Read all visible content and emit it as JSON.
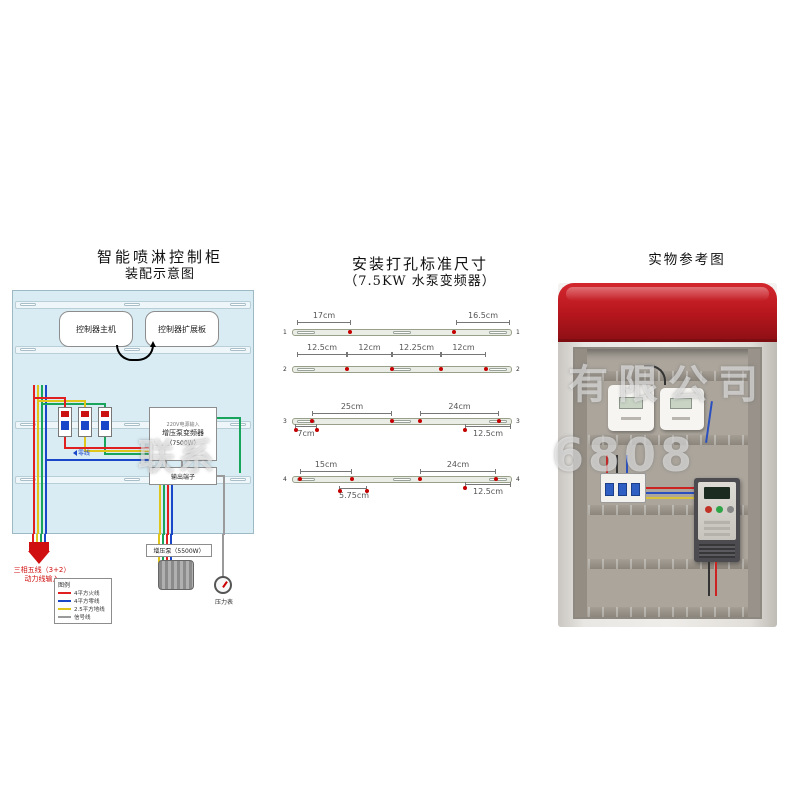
{
  "colors": {
    "panel_blue": "#d9ecf4",
    "cabinet_red": "#b5161d",
    "drill_dot": "#c40000",
    "wire_live": "#e02020",
    "wire_neutral": "#1a46c8",
    "wire_ground": "#e0c51a",
    "wire_signal": "#9a9a9a"
  },
  "left": {
    "title1": "智能喷淋控制柜",
    "title2": "装配示意图",
    "box_main": "控制器主机",
    "box_ext": "控制器扩展板",
    "inv1": "220V电源输入",
    "inv2": "增压泵变频器",
    "inv3": "（7500W）",
    "terminal": "输出端子",
    "neutral": "零线",
    "input1": "三相五线（3+2）",
    "input2": "动力线输入",
    "legend_title": "图例",
    "legend": [
      {
        "label": "4平方火线",
        "color": "#e02020"
      },
      {
        "label": "4平方零线",
        "color": "#1a46c8"
      },
      {
        "label": "2.5平方地线",
        "color": "#e0c51a"
      },
      {
        "label": "信号线",
        "color": "#9a9a9a"
      }
    ],
    "pump": "增压泵（5500W）",
    "gauge": "压力表"
  },
  "middle": {
    "title1": "安装打孔标准尺寸",
    "title2": "（7.5KW 水泵变频器）",
    "rail_nums": [
      "1",
      "2",
      "3",
      "4"
    ],
    "dims": [
      "17cm",
      "16.5cm",
      "12.5cm",
      "12cm",
      "12.25cm",
      "12cm",
      "25cm",
      "24cm",
      "7cm",
      "12.5cm",
      "15cm",
      "24cm",
      "5.75cm",
      "12.5cm"
    ]
  },
  "right": {
    "title": "实物参考图"
  },
  "watermark": {
    "f1": "联系",
    "f2": "有限公司",
    "f3": "6808"
  }
}
